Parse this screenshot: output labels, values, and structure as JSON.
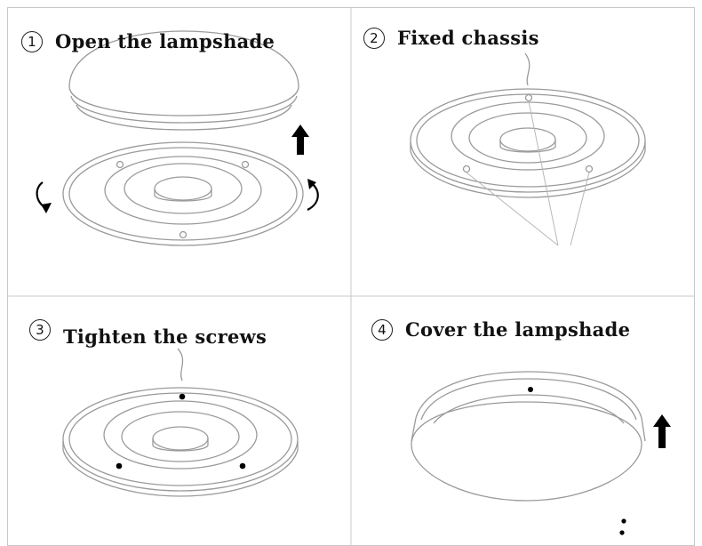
{
  "steps": [
    {
      "number": "1",
      "title": "Open the lampshade"
    },
    {
      "number": "2",
      "title": "Fixed chassis"
    },
    {
      "number": "3",
      "title": "Tighten the screws"
    },
    {
      "number": "4",
      "title": "Cover the lampshade"
    }
  ],
  "colors": {
    "line": "#9a9a9a",
    "ink": "#111111",
    "grid": "#c8c8c8"
  },
  "icons": {
    "up_arrow": "up-arrow-icon",
    "rotate_arrow": "rotate-arrow-icon"
  }
}
